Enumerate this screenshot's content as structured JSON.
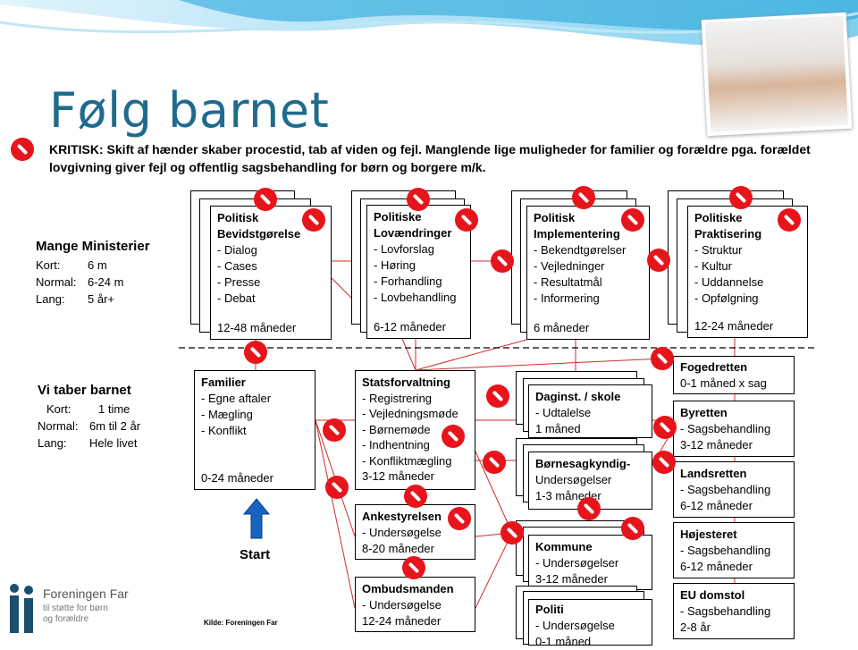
{
  "title": "Følg barnet",
  "kritisk": "KRITISK: Skift af hænder skaber procestid, tab af viden og fejl. Manglende lige muligheder for familier og forældre pga. forældet lovgivning giver fejl og offentlig sagsbehandling for børn og borgere m/k.",
  "mange": {
    "heading": "Mange Ministerier",
    "rows": [
      [
        "Kort:",
        "6 m"
      ],
      [
        "Normal:",
        "6-24 m"
      ],
      [
        "Lang:",
        "5 år+"
      ]
    ]
  },
  "vi": {
    "heading": "Vi taber barnet",
    "rows": [
      [
        "Kort:",
        "1 time"
      ],
      [
        "Normal:",
        "6m til 2 år"
      ],
      [
        "Lang:",
        "Hele livet"
      ]
    ]
  },
  "top": [
    {
      "title1": "Politisk",
      "title2": "Bevidstgørelse",
      "items": [
        "-    Dialog",
        "-    Cases",
        "-    Presse",
        "-    Debat"
      ],
      "dur": "12-48 måneder"
    },
    {
      "title1": "Politiske",
      "title2": "Lovændringer",
      "items": [
        "- Lovforslag",
        "- Høring",
        "- Forhandling",
        "- Lovbehandling"
      ],
      "dur": "6-12 måneder"
    },
    {
      "title1": "Politisk",
      "title2": "Implementering",
      "items": [
        "- Bekendtgørelser",
        "- Vejledninger",
        "- Resultatmål",
        "- Informering"
      ],
      "dur": "6 måneder"
    },
    {
      "title1": "Politiske",
      "title2": "Praktisering",
      "items": [
        "-    Struktur",
        "-    Kultur",
        "-    Uddannelse",
        "-    Opfølgning"
      ],
      "dur": "12-24 måneder"
    }
  ],
  "familier": {
    "title": "Familier",
    "items": [
      "-    Egne aftaler",
      "-    Mægling",
      "-    Konflikt"
    ],
    "dur": "0-24 måneder"
  },
  "stats": {
    "title": "Statsforvaltning",
    "items": [
      "- Registrering",
      "- Vejledningsmøde",
      "- Børnemøde",
      "- Indhentning",
      "- Konfliktmægling",
      "3-12 måneder"
    ]
  },
  "anke": {
    "title": "Ankestyrelsen",
    "items": [
      "- Undersøgelse",
      "8-20 måneder"
    ]
  },
  "ombud": {
    "title": "Ombudsmanden",
    "items": [
      "- Undersøgelse",
      "12-24 måneder"
    ]
  },
  "daginst": {
    "title": "Daginst. / skole",
    "items": [
      "- Udtalelse",
      "1 måned"
    ]
  },
  "born": {
    "title": "Børnesagkyndig-",
    "items": [
      "Undersøgelser",
      "1-3 måneder"
    ]
  },
  "kommune": {
    "title": "Kommune",
    "items": [
      "- Undersøgelser",
      "3-12 måneder"
    ]
  },
  "politi": {
    "title": "Politi",
    "items": [
      "- Undersøgelse",
      "0-1 måned"
    ]
  },
  "foged": {
    "title": "Fogedretten",
    "items": [
      "0-1 måned x sag"
    ]
  },
  "byret": {
    "title": "Byretten",
    "items": [
      "- Sagsbehandling",
      "3-12 måneder"
    ]
  },
  "lands": {
    "title": "Landsretten",
    "items": [
      "- Sagsbehandling",
      "6-12 måneder"
    ]
  },
  "hoj": {
    "title": "Højesteret",
    "items": [
      "- Sagsbehandling",
      "6-12 måneder"
    ]
  },
  "eu": {
    "title": "EU domstol",
    "items": [
      "- Sagsbehandling",
      "2-8 år"
    ]
  },
  "start": "Start",
  "kilde": "Kilde: Foreningen Far",
  "logo": {
    "name": "Foreningen Far",
    "sub1": "til støtte for børn",
    "sub2": "og forældre"
  },
  "colors": {
    "title": "#1f6b8e",
    "stop": "#e8141b",
    "arrow": "#1565c0",
    "line": "#d42a2a"
  }
}
